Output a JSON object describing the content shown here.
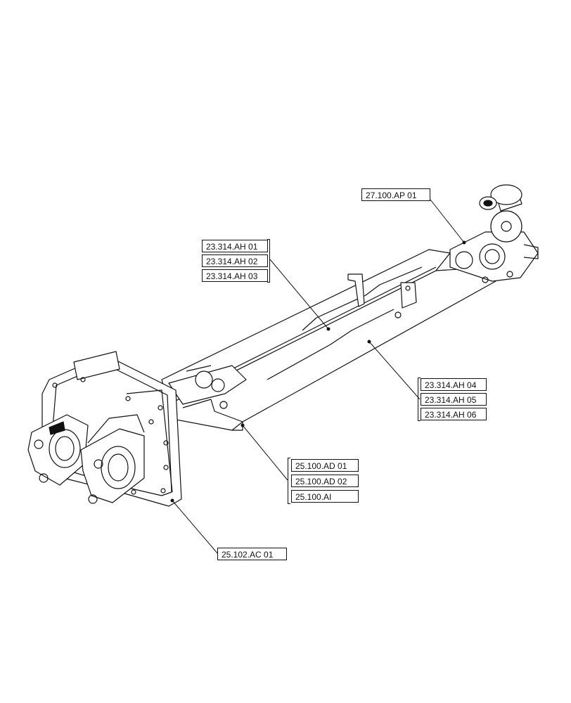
{
  "callouts": [
    {
      "id": "27.100.AP 01"
    },
    {
      "id": "23.314.AH 01"
    },
    {
      "id": "23.314.AH 02"
    },
    {
      "id": "23.314.AH 03"
    },
    {
      "id": "23.314.AH 04"
    },
    {
      "id": "23.314.AH 05"
    },
    {
      "id": "23.314.AH 06"
    },
    {
      "id": "25.100.AD 01"
    },
    {
      "id": "25.100.AD 02"
    },
    {
      "id": "25.100.AI"
    },
    {
      "id": "25.102.AC 01"
    }
  ],
  "colors": {
    "line": "#111111",
    "background": "#ffffff"
  }
}
